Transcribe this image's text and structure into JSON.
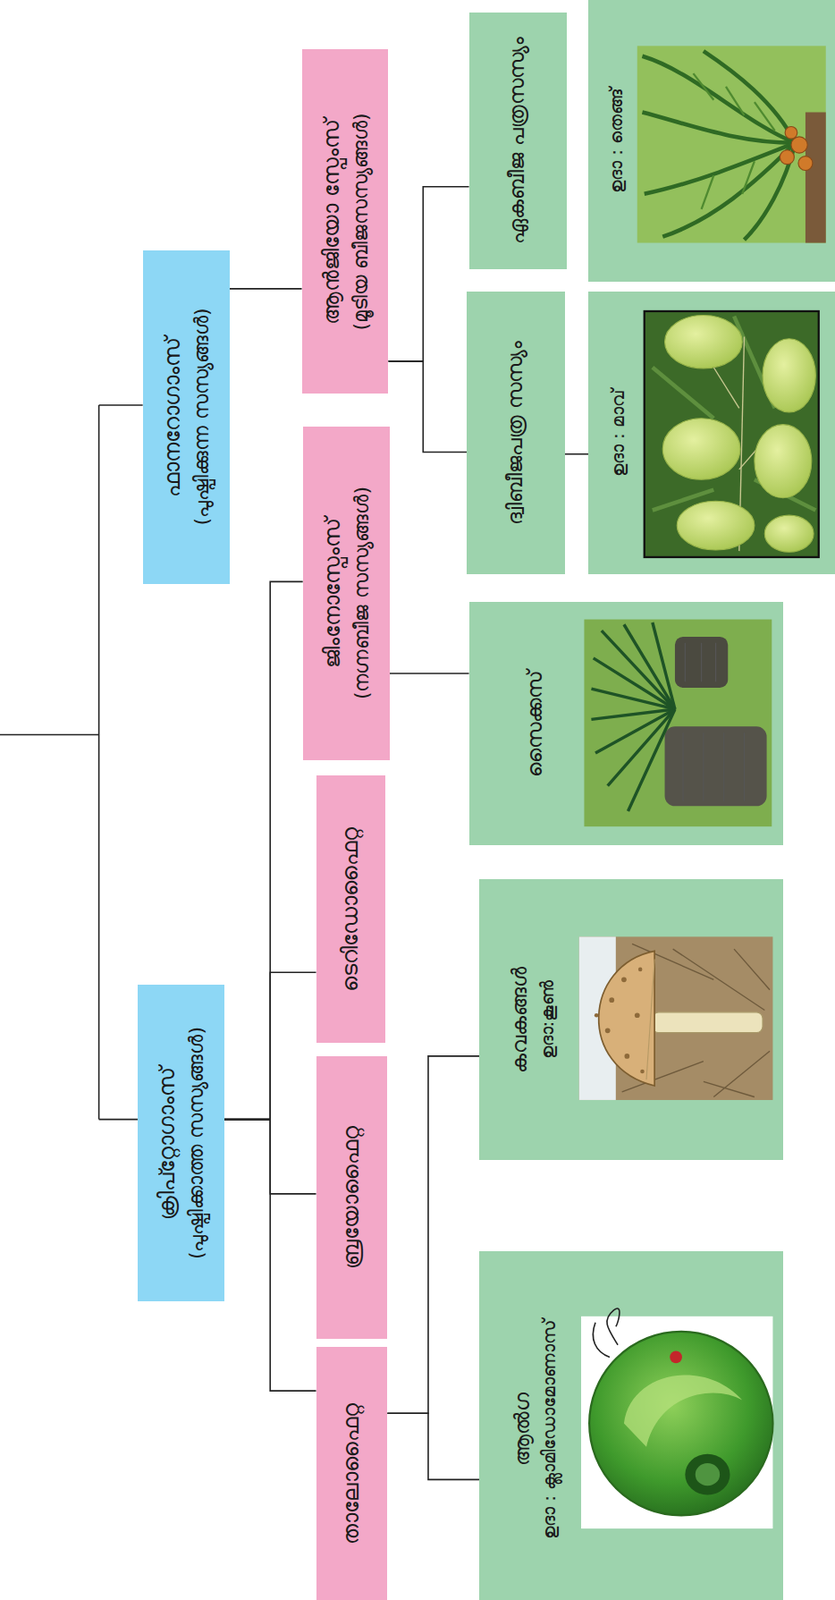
{
  "diagram": {
    "nodes": [
      {
        "text": [
          "ക്രിപ്റ്റോഗാംസ്",
          "(പുഷ്പിക്കാത്ത സസ്യങ്ങൾ)"
        ]
      },
      {
        "text": [
          "ഫാനറോഗാംസ്",
          "(പുഷ്പിക്കുന്ന സസ്യങ്ങൾ)"
        ]
      },
      {
        "text": [
          "താലോഫൈറ്റ"
        ]
      },
      {
        "text": [
          "ബ്രയോഫൈറ്റ"
        ]
      },
      {
        "text": [
          "ടെറിഡോഫൈറ്റ"
        ]
      },
      {
        "text": [
          "ജിംനോസ്പേംസ്",
          "(നഗ്നബീജ സസ്യങ്ങൾ)"
        ]
      },
      {
        "text": [
          "ആൻജിയോ സ്പേംസ്",
          "(മൂടിയ ബീജസസ്യങ്ങൾ)"
        ]
      },
      {
        "text": [
          "ആൽഗ",
          "ഉദാ : ക്ലാമിഡോമോണാസ്"
        ]
      },
      {
        "text": [
          "കവകങ്ങൾ",
          "ഉദാ:കൂൺ"
        ]
      },
      {
        "text": [
          "സൈക്കസ്"
        ]
      },
      {
        "text": [
          "ദ്വിബീജപത്ര സസ്യം"
        ]
      },
      {
        "text": [
          "ഏകബീജ പത്രസസ്യം"
        ]
      },
      {
        "text": [
          "ഉദാ : മാവ്"
        ]
      },
      {
        "text": [
          "ഉദാ : തെങ്ങ്"
        ]
      }
    ],
    "edges": [
      {
        "from": 0,
        "to": 2,
        "arrow": "none"
      },
      {
        "from": 0,
        "to": 3,
        "arrow": "none"
      },
      {
        "from": 0,
        "to": 4,
        "arrow": "none"
      },
      {
        "from": 0,
        "to": 5,
        "arrow": "none"
      },
      {
        "from": 1,
        "to": 6,
        "arrow": "none"
      },
      {
        "from": 2,
        "to": 7,
        "arrow": "none"
      },
      {
        "from": 2,
        "to": 8,
        "arrow": "none"
      },
      {
        "from": 5,
        "to": 9,
        "arrow": "none"
      },
      {
        "from": 6,
        "to": 10,
        "arrow": "none"
      },
      {
        "from": 6,
        "to": 11,
        "arrow": "none"
      },
      {
        "from": 10,
        "to": 12,
        "arrow": "none"
      }
    ]
  }
}
